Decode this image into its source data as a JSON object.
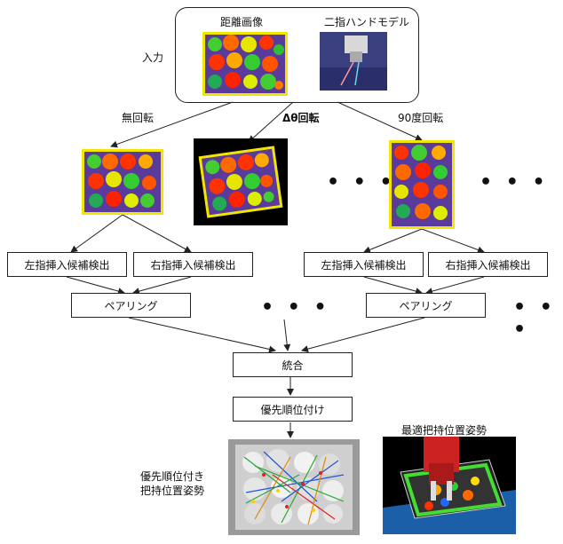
{
  "input": {
    "label": "入力",
    "depth_image_label": "距離画像",
    "hand_model_label": "二指ハンドモデル"
  },
  "rotations": {
    "none": "無回転",
    "delta": "Δθ回転",
    "ninety": "90度回転"
  },
  "detect": {
    "left": "左指挿入候補検出",
    "right": "右指挿入候補検出"
  },
  "pairing_label": "ペアリング",
  "merge_label": "統合",
  "priority_label": "優先順位付け",
  "result_left_label_line1": "優先順位付き",
  "result_left_label_line2": "把持位置姿勢",
  "result_right_label": "最適把持位置姿勢",
  "ellipsis": "• • •",
  "colors": {
    "background_purple": "#5a3a9a",
    "frame_yellow": "#f2e600",
    "black": "#000000"
  }
}
